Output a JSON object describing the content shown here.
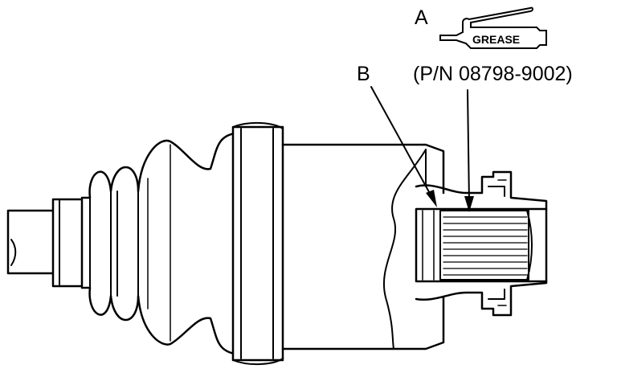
{
  "labels": {
    "a": "A",
    "b": "B",
    "grease_tube_text": "GREASE",
    "part_number": "(P/N 08798-9002)"
  },
  "colors": {
    "line": "#000000",
    "background": "#ffffff"
  },
  "icons": {
    "grease_tube": "grease-tube-icon"
  }
}
